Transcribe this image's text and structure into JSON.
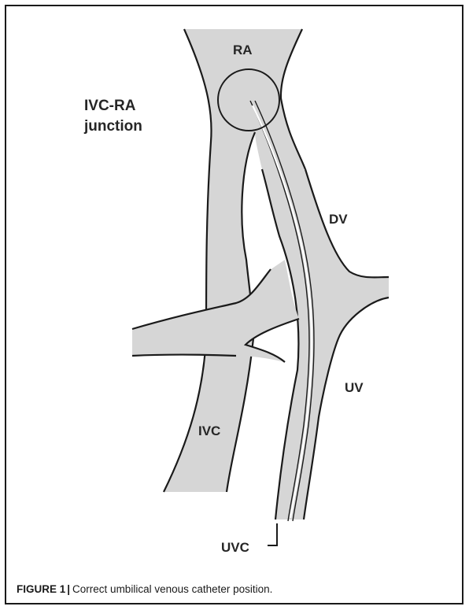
{
  "labels": {
    "ra": "RA",
    "ivc_ra_junction_line1": "IVC-RA",
    "ivc_ra_junction_line2": "junction",
    "dv": "DV",
    "uv": "UV",
    "ivc": "IVC",
    "uvc": "UVC"
  },
  "caption": {
    "figure_number": "FIGURE 1",
    "separator": "|",
    "text": "Correct umbilical venous catheter position."
  },
  "colors": {
    "vessel_fill": "#d6d6d6",
    "outline": "#1a1a1a",
    "background": "#ffffff"
  }
}
